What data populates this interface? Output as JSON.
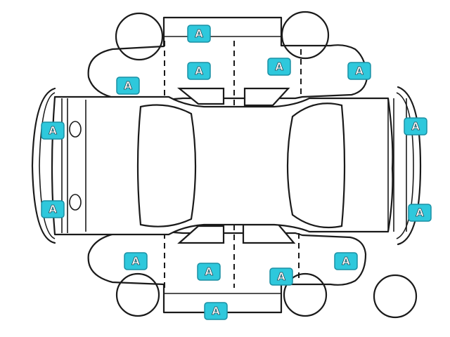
{
  "diagram": {
    "badge_color": "#2ec8dc",
    "badge_border": "#1a8fa3",
    "line_color": "#1a1a1a",
    "markers": [
      {
        "id": "roof-rear",
        "label": "A"
      },
      {
        "id": "left-quarter-rear",
        "label": "A"
      },
      {
        "id": "left-door-rear",
        "label": "A"
      },
      {
        "id": "left-door-front",
        "label": "A"
      },
      {
        "id": "left-fender-front",
        "label": "A"
      },
      {
        "id": "rear-bumper-left",
        "label": "A"
      },
      {
        "id": "rear-bumper-right",
        "label": "A"
      },
      {
        "id": "front-bumper-left",
        "label": "A"
      },
      {
        "id": "front-bumper-right",
        "label": "A"
      },
      {
        "id": "right-quarter-rear",
        "label": "A"
      },
      {
        "id": "right-door-rear",
        "label": "A"
      },
      {
        "id": "right-door-front",
        "label": "A"
      },
      {
        "id": "right-fender-front",
        "label": "A"
      },
      {
        "id": "rocker-bottom",
        "label": "A"
      }
    ]
  }
}
